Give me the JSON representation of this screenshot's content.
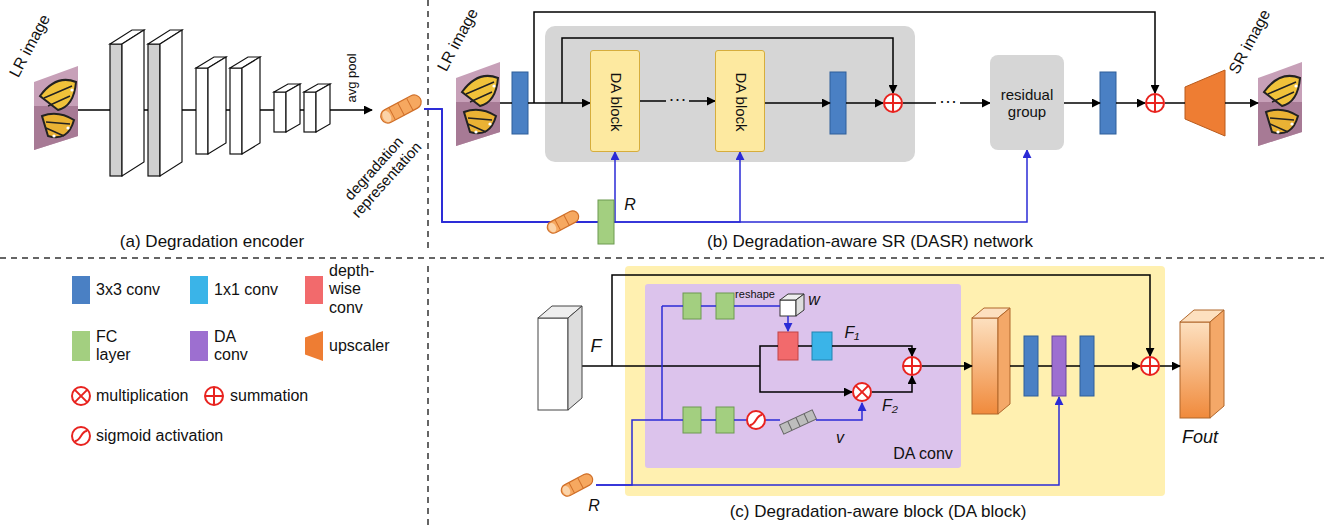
{
  "diagram": {
    "nodes": [
      {
        "text": [
          "LR image"
        ]
      },
      {
        "text": [
          "degradation representation"
        ]
      },
      {
        "text": [
          "LR image"
        ]
      },
      {
        "text": [
          "DA block"
        ]
      },
      {
        "text": [
          "DA block"
        ]
      },
      {
        "text": [
          "residual group"
        ]
      },
      {
        "text": [
          "SR image"
        ]
      },
      {
        "text": [
          "F"
        ]
      },
      {
        "text": [
          "DA conv"
        ]
      },
      {
        "text": [
          "R"
        ]
      },
      {
        "text": [
          "Fout"
        ]
      }
    ],
    "edges": [
      {
        "from": 1,
        "to": 3,
        "arrow": "to"
      },
      {
        "from": 1,
        "to": 4,
        "arrow": "to"
      },
      {
        "from": 1,
        "to": 5,
        "arrow": "to"
      },
      {
        "from": 3,
        "to": 4,
        "arrow": "to",
        "label": "···"
      },
      {
        "from": 7,
        "to": 8,
        "arrow": "none"
      },
      {
        "from": 9,
        "to": 8,
        "arrow": "none"
      }
    ],
    "labels": [
      "(a) Degradation encoder",
      "avg pool",
      "(b) Degradation-aware SR (DASR) network",
      "R",
      "···",
      "(c) Degradation-aware block (DA block)",
      "reshape",
      "w",
      "v",
      "F₁",
      "F₂"
    ],
    "legend": [
      {
        "text": "3x3 conv",
        "color": "#4a80c4"
      },
      {
        "text": "1x1 conv",
        "color": "#3ab4e8"
      },
      {
        "text": "depth-wise conv",
        "color": "#f26a6c"
      },
      {
        "text": "FC layer",
        "color": "#a3cf80"
      },
      {
        "text": "DA conv",
        "color": "#9d6fd0"
      },
      {
        "text": "upscaler",
        "color": "#ee7d33"
      },
      {
        "text": "multiplication"
      },
      {
        "text": "summation"
      },
      {
        "text": "sigmoid activation"
      }
    ]
  }
}
